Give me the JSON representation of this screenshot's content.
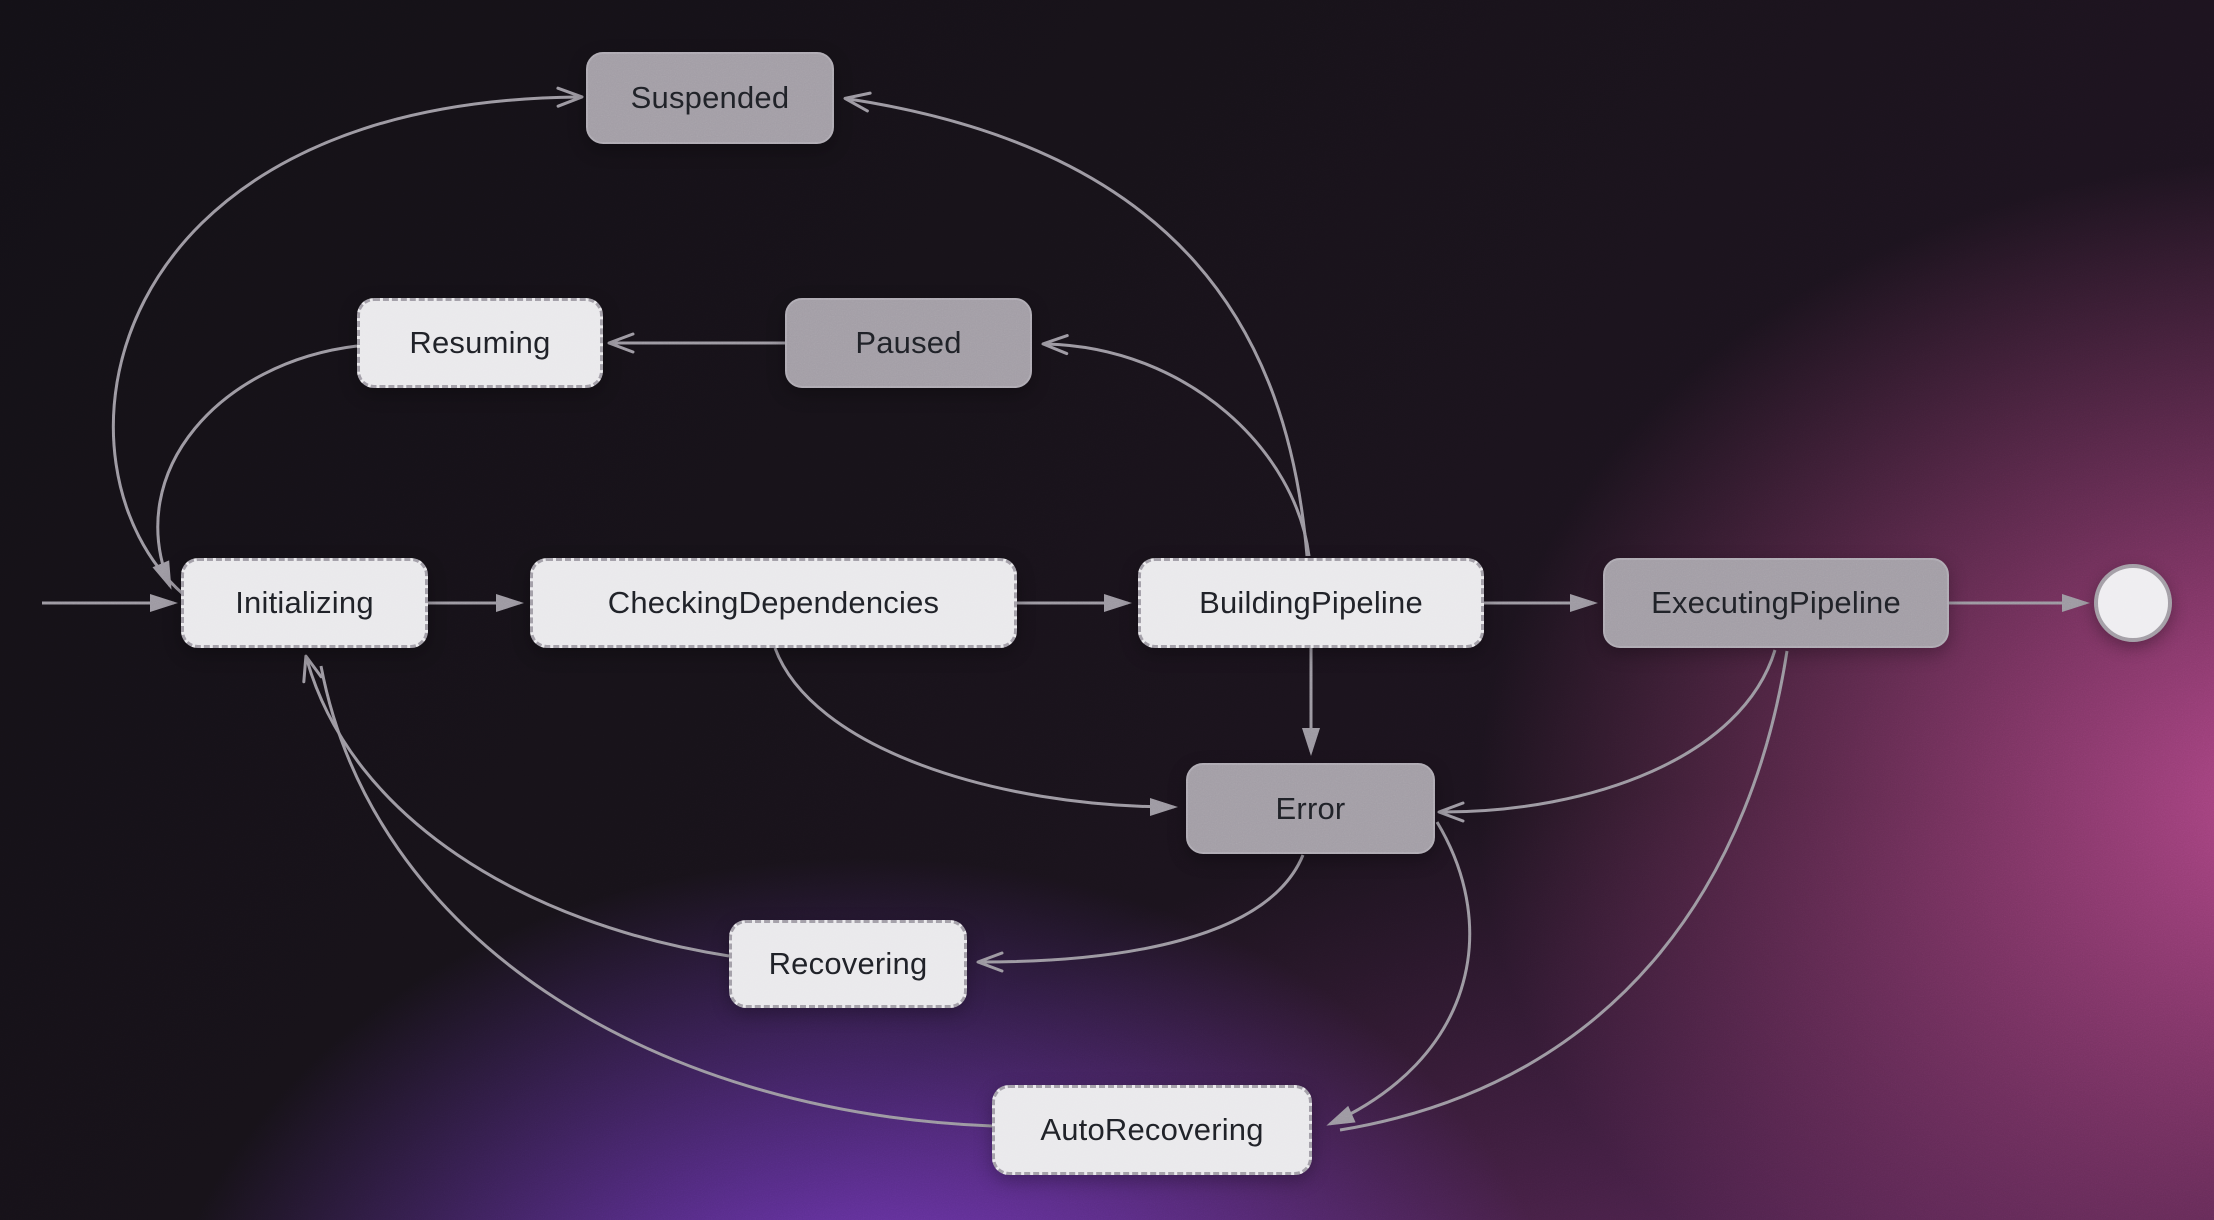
{
  "diagram": {
    "title": "pipeline-state-machine",
    "nodes": [
      {
        "id": "suspended",
        "label": "Suspended",
        "variant": "solid"
      },
      {
        "id": "resuming",
        "label": "Resuming",
        "variant": "light-dashed"
      },
      {
        "id": "paused",
        "label": "Paused",
        "variant": "solid"
      },
      {
        "id": "initializing",
        "label": "Initializing",
        "variant": "light-dashed"
      },
      {
        "id": "checking-dependencies",
        "label": "CheckingDependencies",
        "variant": "light-dashed"
      },
      {
        "id": "building-pipeline",
        "label": "BuildingPipeline",
        "variant": "light-dashed"
      },
      {
        "id": "executing-pipeline",
        "label": "ExecutingPipeline",
        "variant": "solid"
      },
      {
        "id": "error",
        "label": "Error",
        "variant": "solid"
      },
      {
        "id": "recovering",
        "label": "Recovering",
        "variant": "light-dashed"
      },
      {
        "id": "auto-recovering",
        "label": "AutoRecovering",
        "variant": "light-dashed"
      }
    ],
    "start_marker": {
      "kind": "initial-transition-arrow",
      "target": "Initializing"
    },
    "final_marker": {
      "kind": "final-state-circle",
      "source": "ExecutingPipeline"
    },
    "edges": [
      {
        "from": "__start__",
        "to": "Initializing"
      },
      {
        "from": "Initializing",
        "to": "CheckingDependencies"
      },
      {
        "from": "CheckingDependencies",
        "to": "BuildingPipeline"
      },
      {
        "from": "BuildingPipeline",
        "to": "ExecutingPipeline"
      },
      {
        "from": "ExecutingPipeline",
        "to": "__final__"
      },
      {
        "from": "BuildingPipeline",
        "to": "Error"
      },
      {
        "from": "CheckingDependencies",
        "to": "Error"
      },
      {
        "from": "ExecutingPipeline",
        "to": "Error"
      },
      {
        "from": "Error",
        "to": "Recovering"
      },
      {
        "from": "Error",
        "to": "AutoRecovering"
      },
      {
        "from": "ExecutingPipeline",
        "to": "AutoRecovering"
      },
      {
        "from": "Recovering",
        "to": "Initializing"
      },
      {
        "from": "AutoRecovering",
        "to": "Initializing"
      },
      {
        "from": "Paused",
        "to": "Resuming"
      },
      {
        "from": "BuildingPipeline",
        "to": "Paused"
      },
      {
        "from": "BuildingPipeline",
        "to": "Suspended"
      },
      {
        "from": "Initializing",
        "to": "Suspended"
      },
      {
        "from": "Resuming",
        "to": "Initializing"
      }
    ],
    "theme": {
      "edge": "#9c98a1",
      "node-light": "#eae9ec",
      "node-border": "#a29ea7",
      "node-gray": "#a29da5",
      "node-gray-border": "#aeaab2",
      "text-dark": "#1f2127",
      "final-fill": "#efeef1",
      "bg-violet-glow": "#8a42e4",
      "bg-magenta-glow": "#ba4a8e",
      "bg-base": "#131016"
    }
  }
}
